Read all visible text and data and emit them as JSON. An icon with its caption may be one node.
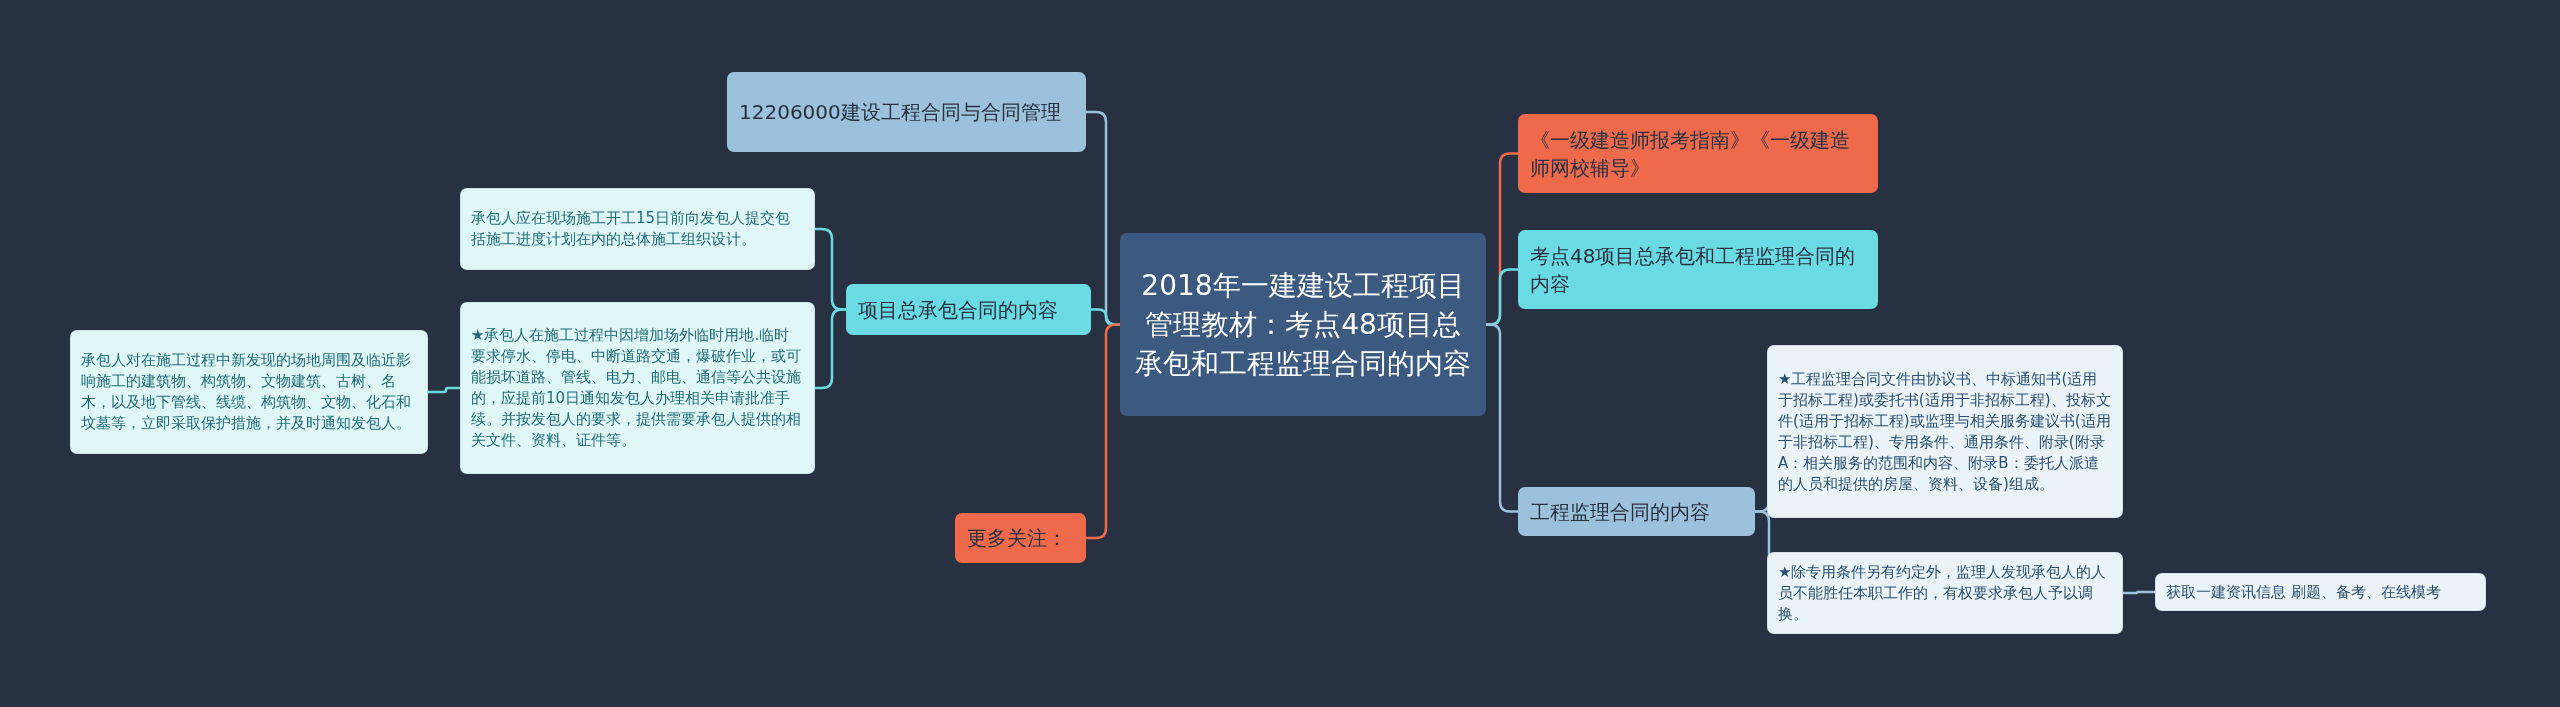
{
  "diagram": {
    "nodes": [
      {
        "text": [
          "2018年一建建设工程项目管理教材：考点48项目总承包和工程监理合同的内容"
        ]
      },
      {
        "text": [
          "12206000建设工程合同与合同管理"
        ]
      },
      {
        "text": [
          "项目总承包合同的内容"
        ]
      },
      {
        "text": [
          "承包人应在现场施工开工15日前向发包人提交包括施工进度计划在内的总体施工组织设计。"
        ]
      },
      {
        "text": [
          "★承包人在施工过程中因增加场外临时用地.临时要求停水、停电、中断道路交通，爆破作业，或可能损坏道路、管线、电力、邮电、通信等公共设施的，应提前10日通知发包人办理相关申请批准手续。并按发包人的要求，提供需要承包人提供的相关文件、资料、证件等。"
        ]
      },
      {
        "text": [
          "承包人对在施工过程中新发现的场地周围及临近影响施工的建筑物、构筑物、文物建筑、古树、名木，以及地下管线、线缆、构筑物、文物、化石和坟墓等，立即采取保护措施，并及时通知发包人。"
        ]
      },
      {
        "text": [
          "更多关注："
        ]
      },
      {
        "text": [
          "《一级建造师报考指南》《一级建造师网校辅导》"
        ]
      },
      {
        "text": [
          "考点48项目总承包和工程监理合同的内容"
        ]
      },
      {
        "text": [
          "工程监理合同的内容"
        ]
      },
      {
        "text": [
          "★工程监理合同文件由协议书、中标通知书(适用于招标工程)或委托书(适用于非招标工程)、投标文件(适用于招标工程)或监理与相关服务建议书(适用于非招标工程)、专用条件、通用条件、附录(附录A：相关服务的范围和内容、附录B：委托人派遣的人员和提供的房屋、资料、设备)组成。"
        ]
      },
      {
        "text": [
          "★除专用条件另有约定外，监理人发现承包人的人员不能胜任本职工作的，有权要求承包人予以调换。"
        ]
      },
      {
        "text": [
          "获取一建资讯信息 刷题、备考、在线模考"
        ]
      }
    ],
    "edges": [
      {
        "from": 0,
        "to": 1,
        "arrow": "none",
        "color": "#9cc2db"
      },
      {
        "from": 0,
        "to": 2,
        "arrow": "none",
        "color": "#6adbe3"
      },
      {
        "from": 2,
        "to": 3,
        "arrow": "none",
        "color": "#6adbe3"
      },
      {
        "from": 2,
        "to": 4,
        "arrow": "none",
        "color": "#6adbe3"
      },
      {
        "from": 4,
        "to": 5,
        "arrow": "none",
        "color": "#6adbe3"
      },
      {
        "from": 0,
        "to": 6,
        "arrow": "none",
        "color": "#ee6a4b"
      },
      {
        "from": 0,
        "to": 7,
        "arrow": "none",
        "color": "#ee6a4b"
      },
      {
        "from": 0,
        "to": 8,
        "arrow": "none",
        "color": "#6adbe3"
      },
      {
        "from": 0,
        "to": 9,
        "arrow": "none",
        "color": "#9cc2db"
      },
      {
        "from": 9,
        "to": 10,
        "arrow": "none",
        "color": "#9cc2db"
      },
      {
        "from": 9,
        "to": 11,
        "arrow": "none",
        "color": "#9cc2db"
      },
      {
        "from": 11,
        "to": 12,
        "arrow": "none",
        "color": "#9cc2db"
      }
    ]
  }
}
